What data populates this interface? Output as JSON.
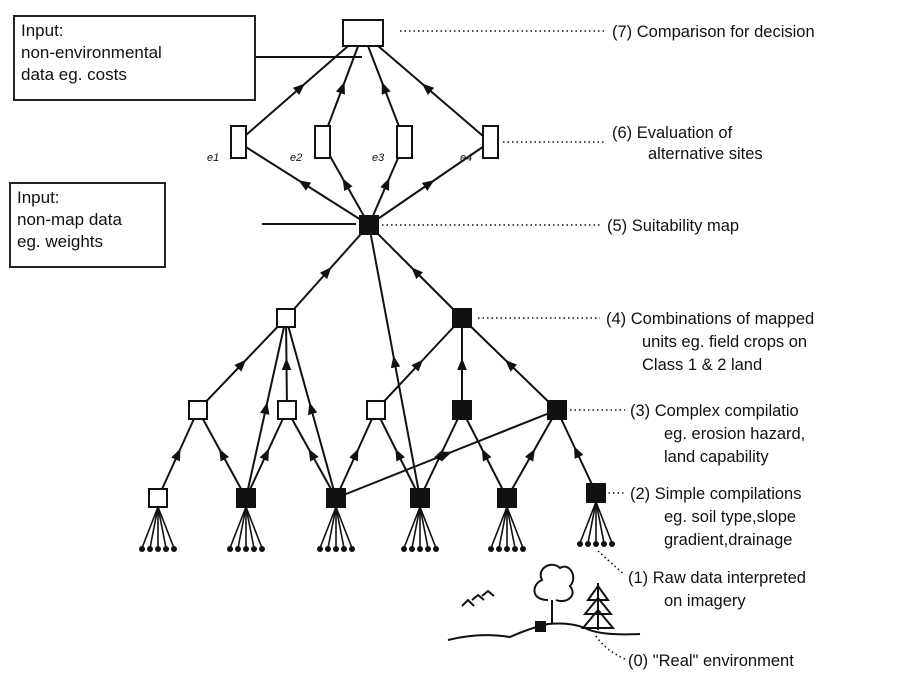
{
  "input_boxes": {
    "environmental": [
      "Input:",
      "non-environmental",
      "data eg. costs"
    ],
    "map": [
      "Input:",
      "non-map data",
      "eg. weights"
    ]
  },
  "levels": [
    {
      "id": "7",
      "lines": [
        "(7) Comparison for decision"
      ]
    },
    {
      "id": "6",
      "lines": [
        "(6) Evaluation of",
        "alternative sites"
      ]
    },
    {
      "id": "5",
      "lines": [
        "(5) Suitability map"
      ]
    },
    {
      "id": "4",
      "lines": [
        "(4) Combinations of mapped",
        "units eg. field crops on",
        "Class 1 & 2 land"
      ]
    },
    {
      "id": "3",
      "lines": [
        "(3) Complex compilatio",
        "eg. erosion hazard,",
        "land capability"
      ]
    },
    {
      "id": "2",
      "lines": [
        "(2) Simple compilations",
        "eg. soil type,slope",
        "gradient,drainage"
      ]
    },
    {
      "id": "1",
      "lines": [
        "(1) Raw data interpreted",
        "on imagery"
      ]
    },
    {
      "id": "0",
      "lines": [
        "(0) \"Real\" environment"
      ]
    }
  ],
  "site_labels": [
    "e1",
    "e2",
    "e3",
    "e4"
  ]
}
